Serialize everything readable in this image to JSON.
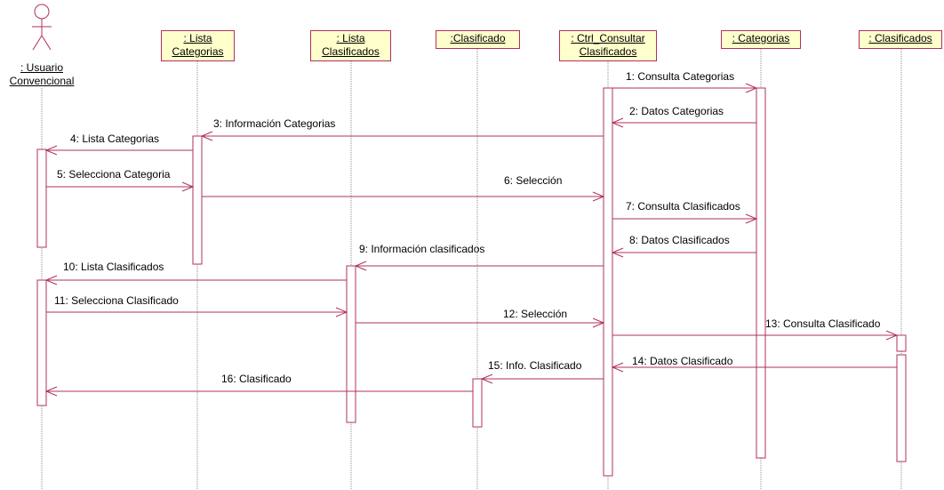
{
  "diagram": {
    "actor": {
      "line1": ": Usuario",
      "line2": "Convencional"
    },
    "objects": {
      "lista_categorias": {
        "line1": ": Lista",
        "line2": "Categorias"
      },
      "lista_clasificados": {
        "line1": ": Lista",
        "line2": "Clasificados"
      },
      "clasificado": {
        "line1": ":Clasificado"
      },
      "ctrl": {
        "line1": ": Ctrl_Consultar",
        "line2": "Clasificados"
      },
      "categorias": {
        "line1": ": Categorias"
      },
      "clasificados": {
        "line1": ": Clasificados"
      }
    },
    "messages": [
      {
        "label": "1: Consulta Categorias"
      },
      {
        "label": "2: Datos Categorias"
      },
      {
        "label": "3: Información Categorias"
      },
      {
        "label": "4: Lista Categorias"
      },
      {
        "label": "5: Selecciona Categoria"
      },
      {
        "label": "6: Selección"
      },
      {
        "label": "7: Consulta Clasificados"
      },
      {
        "label": "8: Datos Clasificados"
      },
      {
        "label": "9: Información clasificados"
      },
      {
        "label": "10: Lista Clasificados"
      },
      {
        "label": "11: Selecciona Clasificado"
      },
      {
        "label": "12: Selección"
      },
      {
        "label": "13: Consulta Clasificado"
      },
      {
        "label": "14: Datos Clasificado"
      },
      {
        "label": "15: Info. Clasificado"
      },
      {
        "label": "16: Clasificado"
      }
    ]
  },
  "colors": {
    "line": "#b03060",
    "object_fill": "#ffffcc",
    "text": "#000000"
  }
}
